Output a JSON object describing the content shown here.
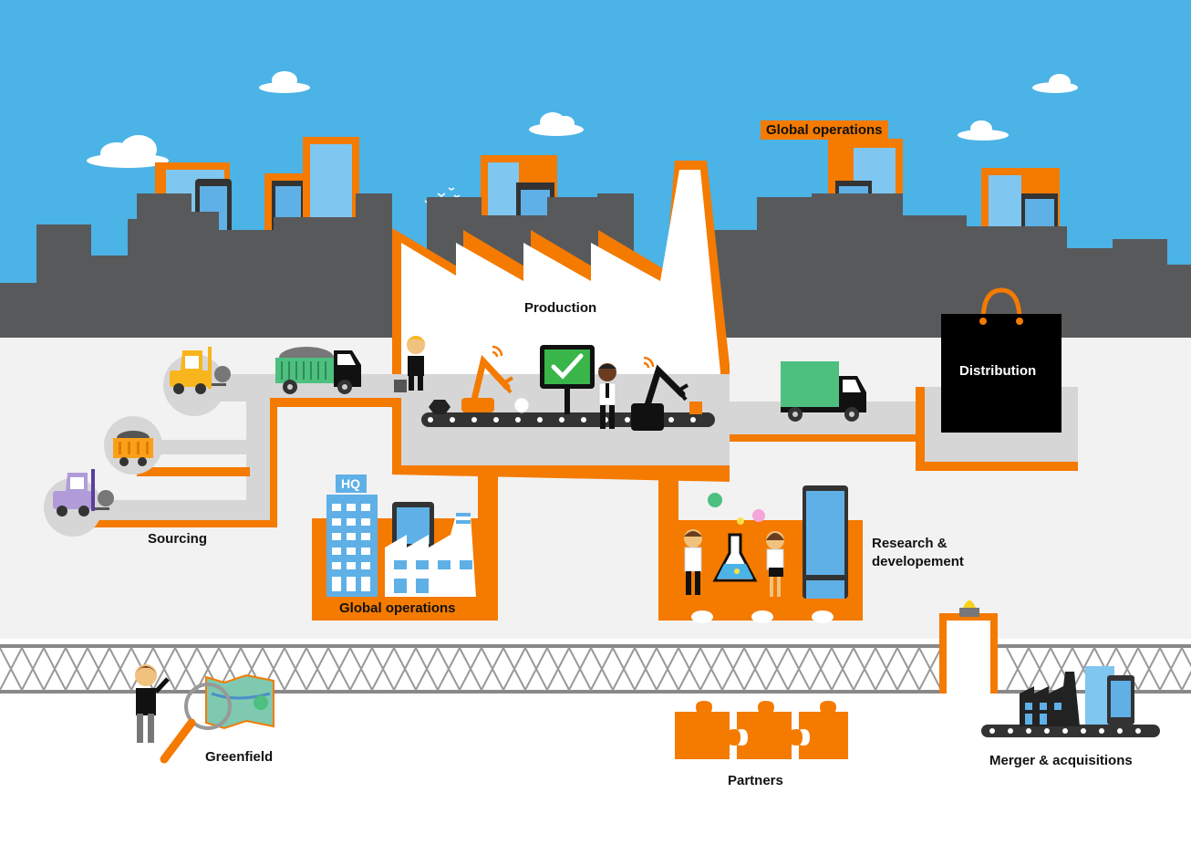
{
  "labels": {
    "global_operations_top": "Global operations",
    "production": "Production",
    "distribution": "Distribution",
    "sourcing": "Sourcing",
    "global_operations_hq": "Global operations",
    "hq_sign": "HQ",
    "research_line1": "Research &",
    "research_line2": "developement",
    "greenfield": "Greenfield",
    "partners": "Partners",
    "mergers": "Merger & acquisitions"
  },
  "colors": {
    "sky": "#4bb3e6",
    "city": "#58595b",
    "ground": "#ebebeb",
    "road": "#d6d6d6",
    "accent": "#f47a00",
    "building": "#5fb0e6",
    "black": "#111111",
    "truck_green": "#4dbf7f",
    "check_green": "#39b54a",
    "forklift_yellow": "#f9b51c",
    "forklift_purple": "#b19cd9"
  }
}
